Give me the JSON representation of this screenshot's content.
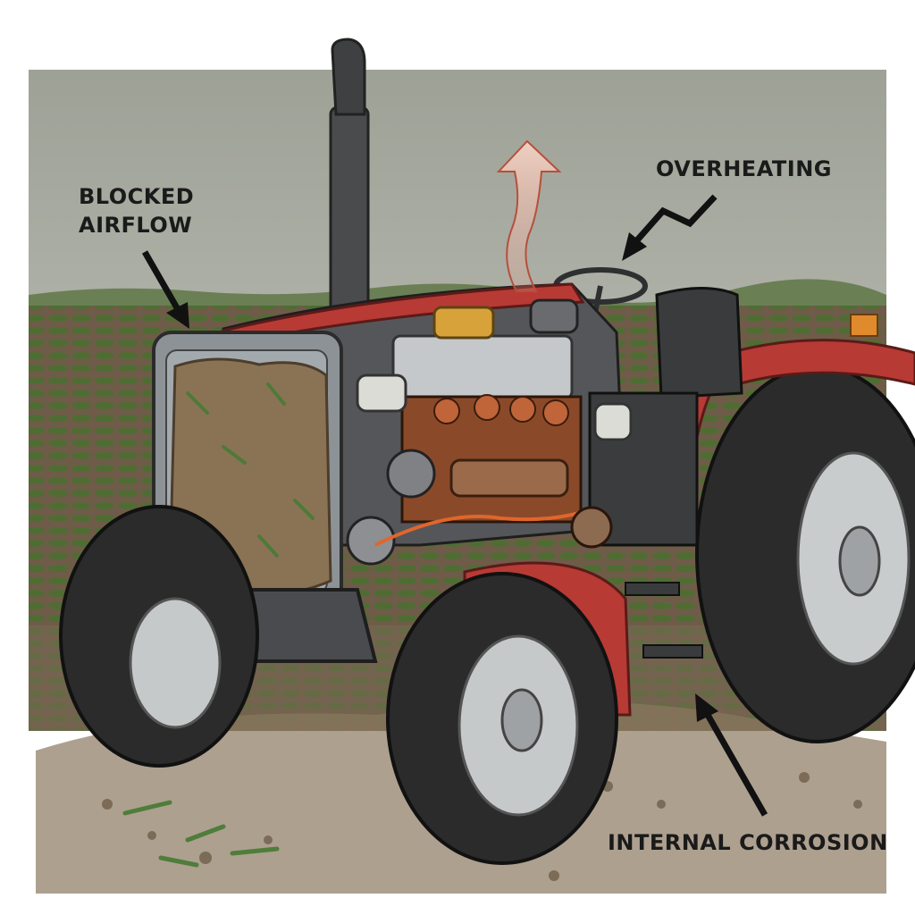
{
  "labels": {
    "blocked_line1": "BLOCKED",
    "blocked_line2": "AIRFLOW",
    "overheating": "OVERHEATING",
    "corrosion": "INTERNAL CORROSION"
  },
  "colors": {
    "sky": "#a9aca3",
    "field": "#5f7a3e",
    "soil": "#7a6a55",
    "tractor_red": "#b83a35",
    "engine_metal": "#b9bcbf",
    "rust": "#a2542a",
    "tire": "#2a2a2a",
    "rim": "#c9cccd",
    "heat_arrow": "#e0a090"
  },
  "icons": [
    "arrow-blocked-airflow-icon",
    "arrow-overheating-icon",
    "arrow-corrosion-icon",
    "heat-rising-arrow-icon"
  ]
}
